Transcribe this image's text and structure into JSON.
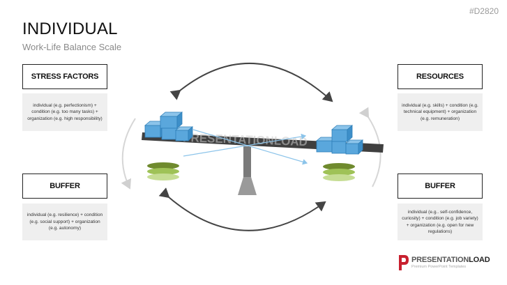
{
  "slide_id": "#D2820",
  "title": "INDIVIDUAL",
  "subtitle": "Work-Life Balance Scale",
  "boxes": {
    "stress_factors": {
      "label": "STRESS FACTORS",
      "description": "individual (e.g. perfectionism) + condition (e.g. too many tasks) + organization (e.g. high responsibility)"
    },
    "buffer_left": {
      "label": "BUFFER",
      "description": "individual (e.g. resilience) + condition (e.g. social support) + organization (e.g. autonomy)"
    },
    "resources": {
      "label": "RESOURCES",
      "description": "individual (e.g. skills) + condition (e.g. technical equipment) + organization (e.g. remuneration)"
    },
    "buffer_right": {
      "label": "BUFFER",
      "description": "individual (e.g.. self-confidence, curiosity) + condition (e.g. job variety) + organization (e.g. open for new regulations)"
    }
  },
  "watermark": "PRESENTATIONLOAD",
  "footer": {
    "brand_light": "PRESENTATION",
    "brand_bold": "LOAD",
    "tagline": "Premium PowerPoint Templates"
  },
  "colors": {
    "box_blue": "#5aa7dc",
    "box_blue_dark": "#2f7fb8",
    "beam": "#3f3f3f",
    "pivot": "#8a8a8a",
    "disc_dark": "#6f8a2e",
    "disc_light": "#b7d37a",
    "arrow_dark": "#444444",
    "arrow_light": "#d6d6d6",
    "cross_arrow": "#8cc4ea",
    "logo_red": "#c8202f"
  }
}
